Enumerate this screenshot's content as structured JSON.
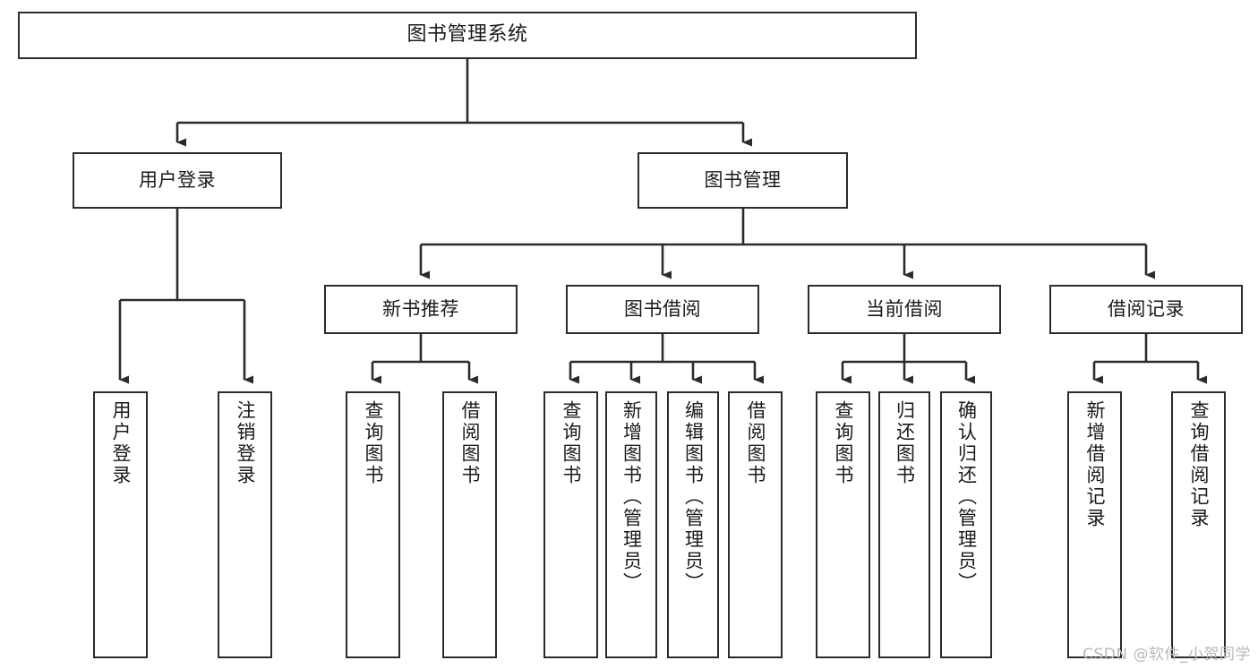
{
  "diagram": {
    "title": "图书管理系统",
    "watermark": "CSDN @软件_小贺同学",
    "line_color": "#2b2b2b",
    "box_fill": "#ffffff",
    "text_color": "#1a1a1a",
    "levels": {
      "root": {
        "label": "图书管理系统"
      },
      "level2": [
        {
          "label": "用户登录"
        },
        {
          "label": "图书管理"
        }
      ],
      "level3": [
        {
          "label": "新书推荐"
        },
        {
          "label": "图书借阅"
        },
        {
          "label": "当前借阅"
        },
        {
          "label": "借阅记录"
        }
      ],
      "leaves": {
        "user_login": [
          {
            "label": "用户登录"
          },
          {
            "label": "注销登录"
          }
        ],
        "new_book_recommend": [
          {
            "label": "查询图书"
          },
          {
            "label": "借阅图书"
          }
        ],
        "book_borrow": [
          {
            "label": "查询图书"
          },
          {
            "label": "新增图书（管理员）"
          },
          {
            "label": "编辑图书（管理员）"
          },
          {
            "label": "借阅图书"
          }
        ],
        "current_borrow": [
          {
            "label": "查询图书"
          },
          {
            "label": "归还图书"
          },
          {
            "label": "确认归还（管理员）"
          }
        ],
        "borrow_record": [
          {
            "label": "新增借阅记录"
          },
          {
            "label": "查询借阅记录"
          }
        ]
      }
    }
  }
}
